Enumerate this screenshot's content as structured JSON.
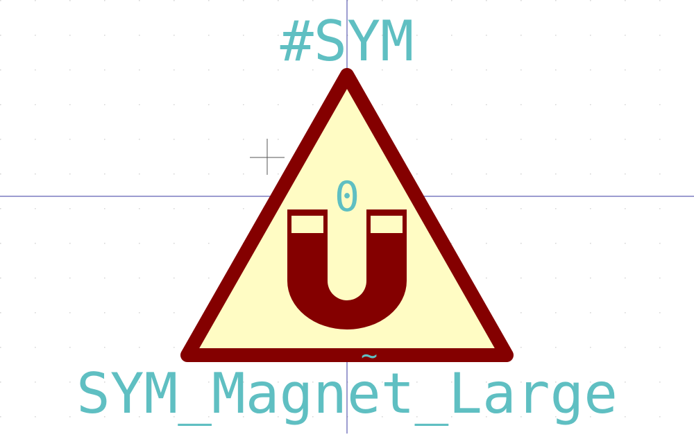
{
  "reference_text": "#SYM",
  "value_text": "SYM_Magnet_Large",
  "pin_number": "0",
  "pin_name": "~",
  "colors": {
    "background": "#ffffff",
    "grid_dot": "#d8d8d8",
    "axis_line": "#3a3aa0",
    "cursor": "#555555",
    "triangle_outline": "#840000",
    "triangle_fill": "#fffcc4",
    "magnet": "#840000",
    "magnet_tips": "#fffcc4",
    "text_field": "#5fbfc2"
  },
  "icons": [
    "warning-triangle-icon",
    "horseshoe-magnet-icon",
    "crosshair-cursor-icon"
  ]
}
